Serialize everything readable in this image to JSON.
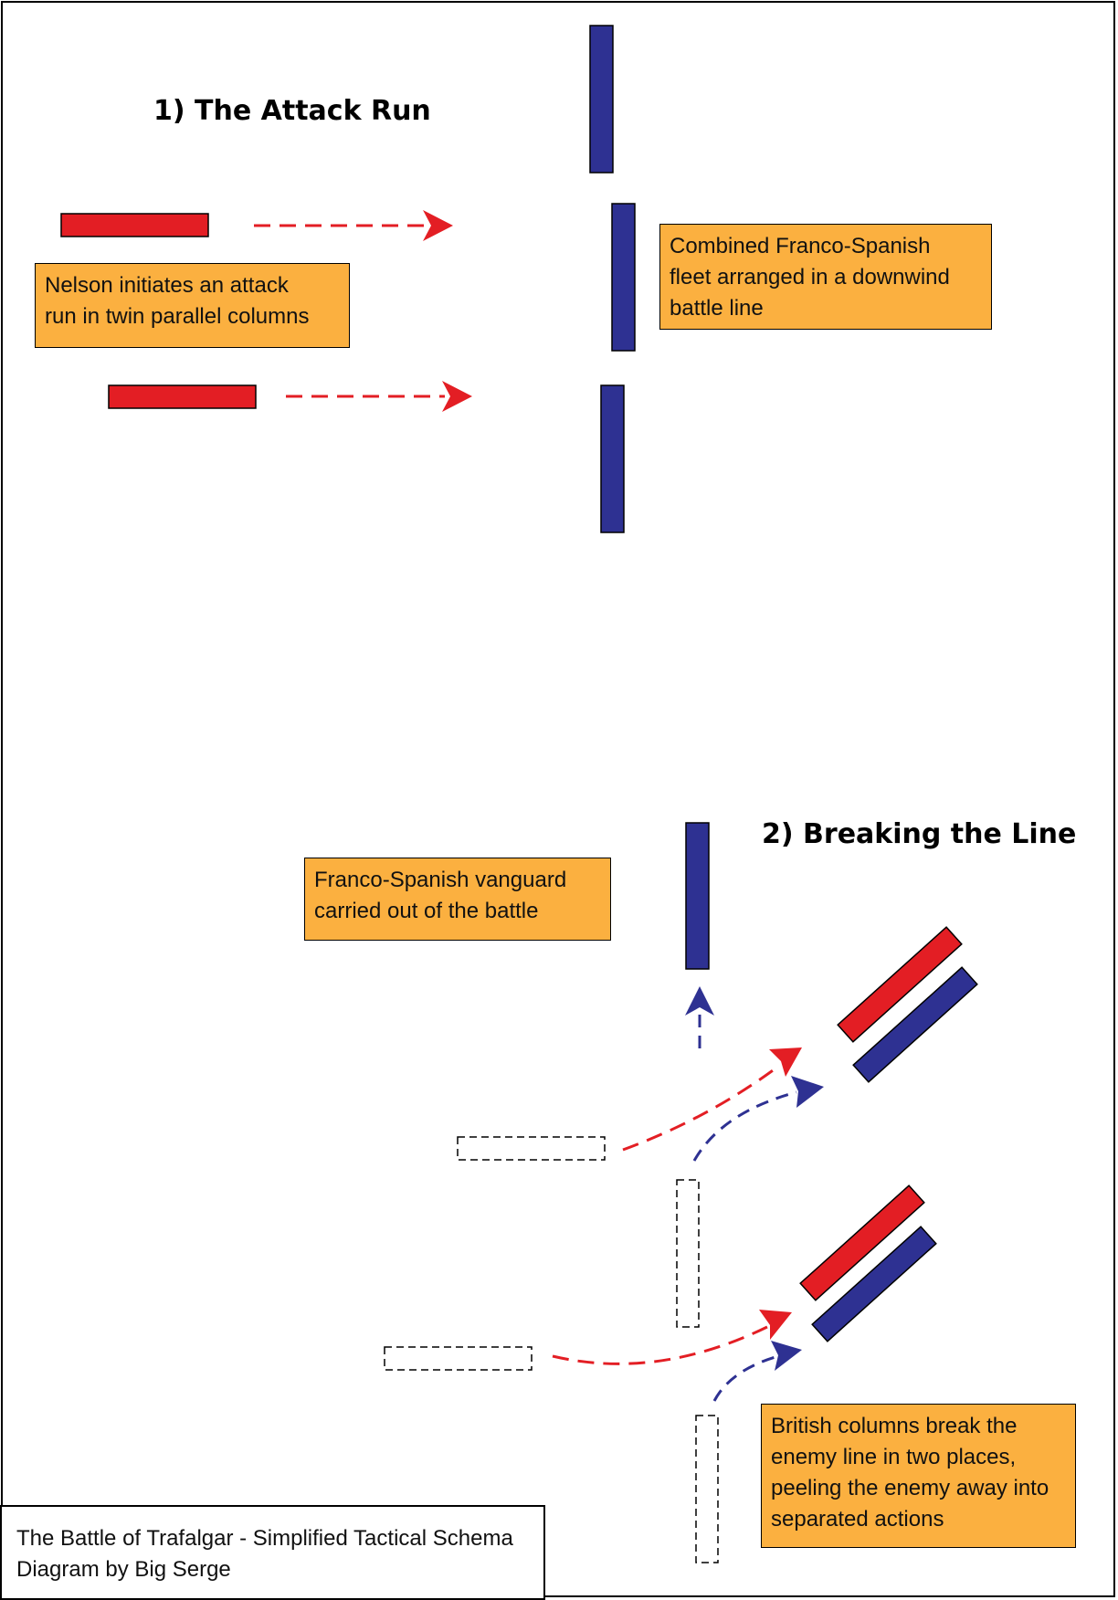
{
  "section1": {
    "heading": "1) The Attack Run"
  },
  "section2": {
    "heading": "2) Breaking the Line"
  },
  "notes": {
    "nelson": [
      "Nelson initiates an attack",
      "run in twin parallel columns"
    ],
    "fleet": [
      "Combined Franco-Spanish",
      "fleet arranged in a downwind",
      "battle line"
    ],
    "vanguard": [
      "Franco-Spanish vanguard",
      "carried out of the battle"
    ],
    "british": [
      "British columns break the",
      "enemy line in two places,",
      "peeling the enemy away into",
      "separated actions"
    ]
  },
  "credit": {
    "line1": "The Battle of Trafalgar - Simplified Tactical Schema",
    "line2": "Diagram by Big Serge"
  },
  "colors": {
    "british": "#E31E24",
    "franco_spanish": "#2E3192",
    "note_fill": "#FBB040",
    "previous_position": "#FFFFFF"
  }
}
